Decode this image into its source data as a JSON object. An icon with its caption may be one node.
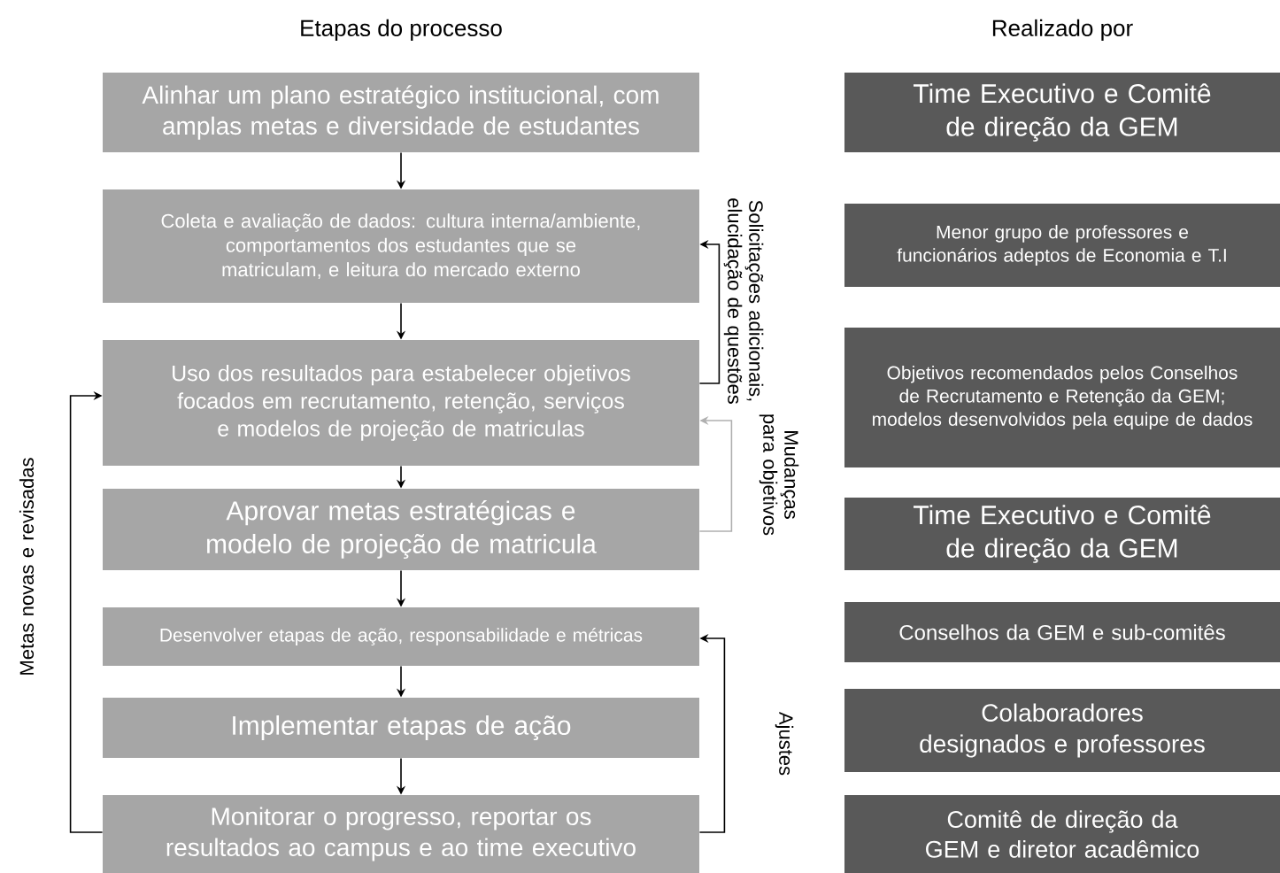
{
  "diagram": {
    "nodes": [
      {
        "text": [
          "Alinhar um plano estratégico institucional, com amplas metas e diversidade de estudantes"
        ]
      },
      {
        "text": [
          "Coleta e avaliação de dados: cultura interna/ambiente, comportamentos dos estudantes que se matriculam, e leitura do mercado externo"
        ]
      },
      {
        "text": [
          "Uso dos resultados para estabelecer objetivos focados em recrutamento, retenção, serviços e modelos de projeção de matriculas"
        ]
      },
      {
        "text": [
          "Aprovar metas estratégicas e modelo de projeção de matricula"
        ]
      },
      {
        "text": [
          "Desenvolver etapas de ação, responsabilidade e métricas"
        ]
      },
      {
        "text": [
          "Implementar etapas de ação"
        ]
      },
      {
        "text": [
          "Monitorar o progresso, reportar os resultados ao campus e ao time executivo"
        ]
      },
      {
        "text": [
          "Time Executivo e Comitê de direção da GEM"
        ]
      },
      {
        "text": [
          "Menor grupo de professores e funcionários adeptos de Economia e T.I"
        ]
      },
      {
        "text": [
          "Objetivos recomendados pelos Conselhos de Recrutamento e Retenção da GEM; modelos desenvolvidos pela equipe de dados"
        ]
      },
      {
        "text": [
          "Time Executivo e Comitê de direção da GEM"
        ]
      },
      {
        "text": [
          "Conselhos da GEM e sub-comitês"
        ]
      },
      {
        "text": [
          "Colaboradores designados e professores"
        ]
      },
      {
        "text": [
          "Comitê de direção da GEM e diretor acadêmico"
        ]
      }
    ],
    "edges": [
      {
        "from": 0,
        "to": 1,
        "arrow": "to"
      },
      {
        "from": 1,
        "to": 2,
        "arrow": "to"
      },
      {
        "from": 2,
        "to": 3,
        "arrow": "to"
      },
      {
        "from": 3,
        "to": 4,
        "arrow": "to"
      },
      {
        "from": 4,
        "to": 5,
        "arrow": "to"
      },
      {
        "from": 5,
        "to": 6,
        "arrow": "to"
      },
      {
        "from": 2,
        "to": 1,
        "arrow": "to",
        "label": "Solicitações adicionais, elucidação de questões"
      },
      {
        "from": 3,
        "to": 2,
        "arrow": "to",
        "label": "Mudanças para objetivos",
        "color": "#b0b0b0"
      },
      {
        "from": 6,
        "to": 4,
        "arrow": "to",
        "label": "Ajustes"
      },
      {
        "from": 6,
        "to": 2,
        "arrow": "to",
        "label": "Metas novas e revisadas"
      }
    ],
    "labels": [
      "Etapas do processo",
      "Realizado por"
    ]
  }
}
